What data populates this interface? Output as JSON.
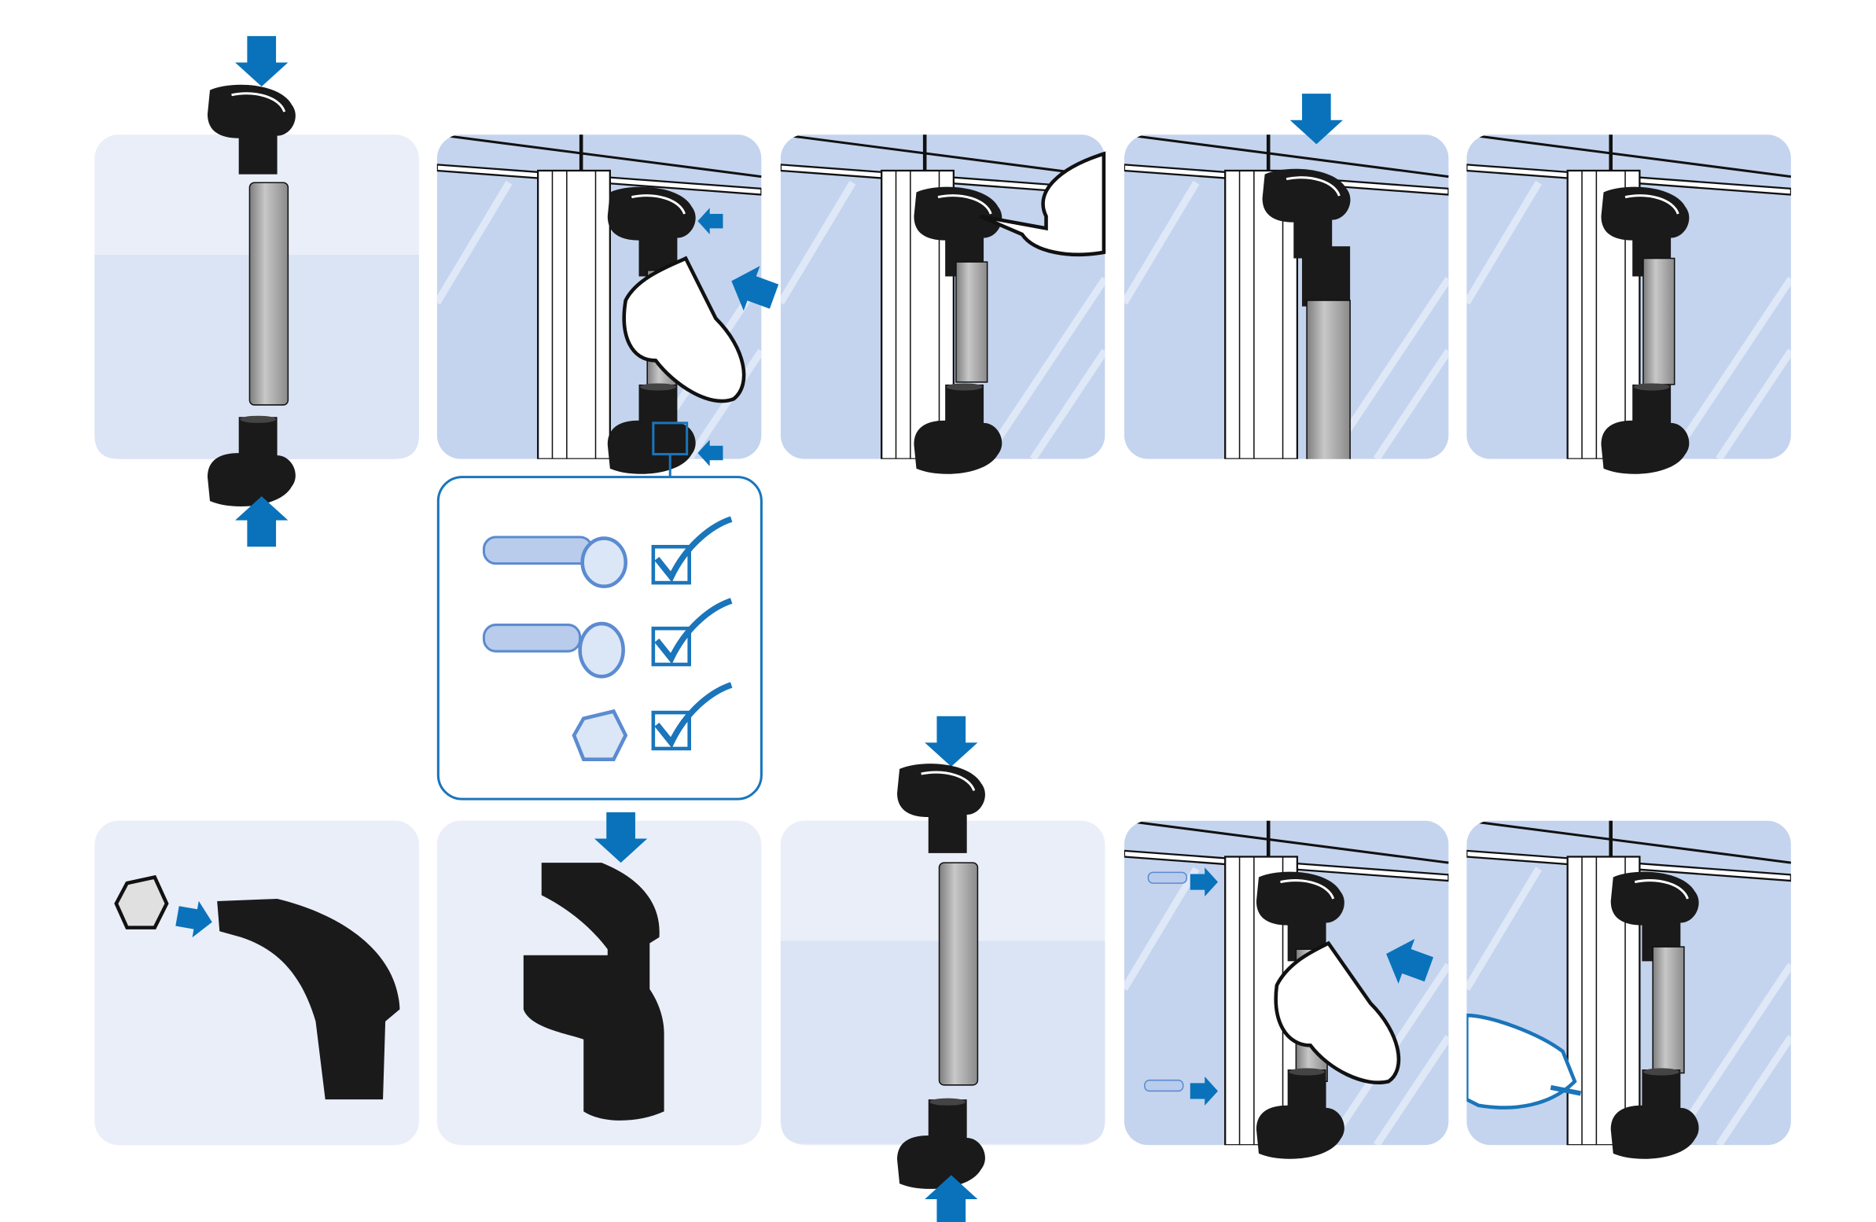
{
  "diagram": {
    "type": "assembly-instructions",
    "steps_top_row": 5,
    "steps_bottom_row": 5,
    "callout_items": [
      {
        "icon": "socket-head-screw-icon",
        "checked": true
      },
      {
        "icon": "button-head-screw-icon",
        "checked": true
      },
      {
        "icon": "hex-nut-icon",
        "checked": true
      }
    ]
  },
  "colors": {
    "arrow": "#0a72bb",
    "panel_light": "#e9eef9",
    "panel_dark": "#dbe4f5",
    "glass": "#c4d4ee",
    "handle": "#1a1a1a",
    "tube": "#a9a9a9",
    "callout_border": "#1a75bb"
  }
}
